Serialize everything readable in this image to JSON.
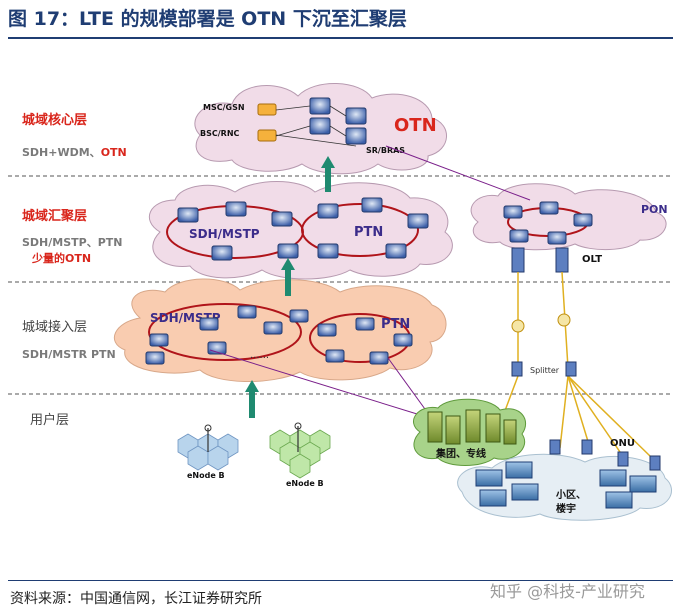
{
  "figure": {
    "title": "图 17：LTE 的规模部署是 OTN 下沉至汇聚层",
    "source": "资料来源：中国通信网，长江证券研究所",
    "watermark": "知乎 @科技-产业研究"
  },
  "layers": {
    "core": {
      "name": "城域核心层",
      "tech": "SDH+WDM、",
      "tech_accent": "OTN"
    },
    "aggregation": {
      "name": "城域汇聚层",
      "tech": "SDH/MSTP、PTN",
      "tech_accent": "少量的OTN"
    },
    "access": {
      "name": "城域接入层",
      "tech": "SDH/MSTR PTN"
    },
    "user": {
      "name": "用户层"
    }
  },
  "clouds": {
    "core": {
      "label": "OTN",
      "node_labels": [
        "MSC/GSN",
        "BSC/RNC",
        "SR/BRAS"
      ]
    },
    "aggregation": {
      "left_label": "SDH/MSTP",
      "right_label": "PTN"
    },
    "pon": {
      "label": "PON",
      "olt_label": "OLT"
    },
    "access": {
      "left_label": "SDH/MSTP",
      "right_label": "PTN",
      "ellipsis": "......"
    }
  },
  "devices": {
    "enodeb_left": "eNode B",
    "enodeb_right": "eNode B",
    "splitter": "Splitter",
    "onu": "ONU",
    "enterprise": "集团、专线",
    "residential_line1": "小区、",
    "residential_line2": "楼宇"
  },
  "colors": {
    "title": "#1f3d73",
    "layer_name_red": "#d9261c",
    "layer_tech_gray": "#7a7a7a",
    "otn_red": "#d9261c",
    "ring_red": "#b0141a",
    "cloud_pink": "#f1dce8",
    "cloud_peach": "#f9ccb0",
    "arrow_teal": "#1f8a70",
    "purple_link": "#7a1f8a",
    "fiber_yellow": "#e0b020",
    "dash_gray": "#555555"
  }
}
